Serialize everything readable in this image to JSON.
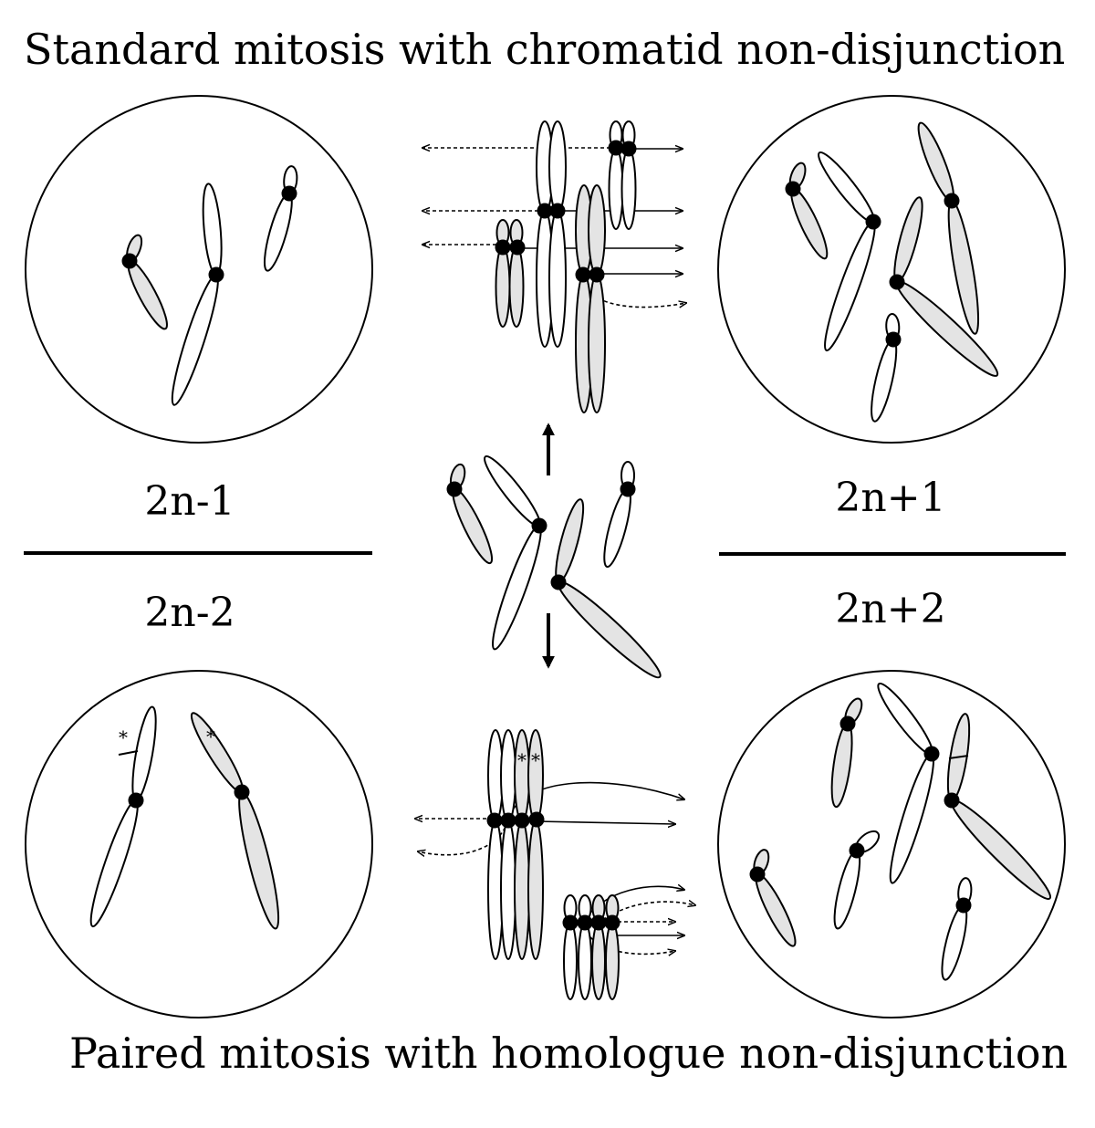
{
  "titles": {
    "top": "Standard mitosis with chromatid non-disjunction",
    "bottom": "Paired mitosis with homologue non-disjunction"
  },
  "ploidy": {
    "top_left": "2n-1",
    "bottom_left": "2n-2",
    "top_right": "2n+1",
    "bottom_right": "2n+2"
  },
  "marks": {
    "asterisk": "*"
  },
  "colors": {
    "gray_chromatid": "#e4e4e4",
    "white_chromatid": "#ffffff",
    "outline": "#000000"
  }
}
